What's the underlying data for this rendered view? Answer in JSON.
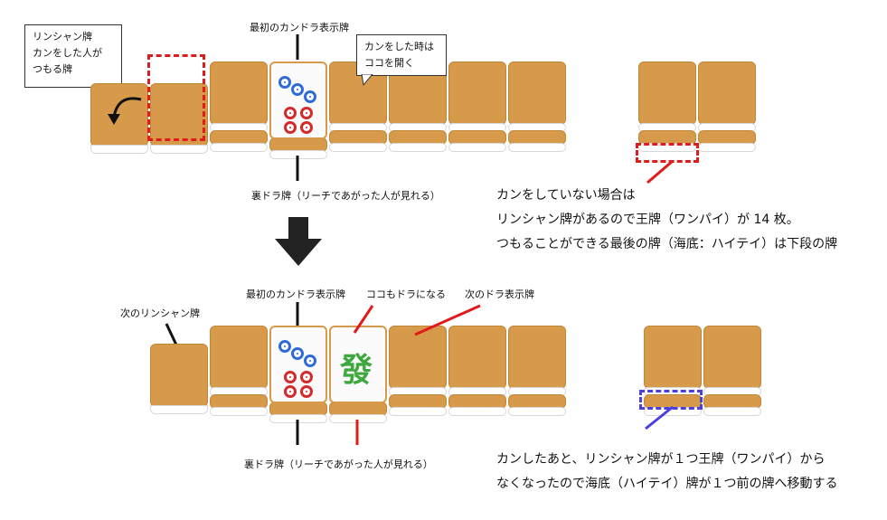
{
  "top": {
    "callout_rinshan": [
      "リンシャン牌",
      "カンをした人が",
      "つもる牌"
    ],
    "label_first_dora": "最初のカンドラ表示牌",
    "callout_kan": [
      "カンをした時は",
      "ココを開く"
    ],
    "label_ura_dora": "裏ドラ牌（リーチであがった人が見れる）",
    "notes": [
      "カンをしていない場合は",
      "リンシャン牌があるので王牌（ワンパイ）が 14 枚。",
      "つもることができる最後の牌（海底：ハイテイ）は下段の牌"
    ]
  },
  "bottom": {
    "label_next_rinshan": "次のリンシャン牌",
    "label_first_dora": "最初のカンドラ表示牌",
    "label_koko_dora": "ココもドラになる",
    "label_next_dora": "次のドラ表示牌",
    "label_ura_dora": "裏ドラ牌（リーチであがった人が見れる）",
    "notes": [
      "カンしたあと、リンシャン牌が１つ王牌（ワンパイ）から",
      "なくなったので海底（ハイテイ）牌が１つ前の牌へ移動する"
    ],
    "hatsu_glyph": "發"
  },
  "colors": {
    "tile_back": "#d79a4a",
    "red_marker": "#e01b1b",
    "blue_marker": "#4b3fe0",
    "pin_blue": "#2e6bd8",
    "pin_red": "#d42a2a",
    "hatsu_green": "#3ea83e",
    "arrow_dark": "#222222"
  }
}
